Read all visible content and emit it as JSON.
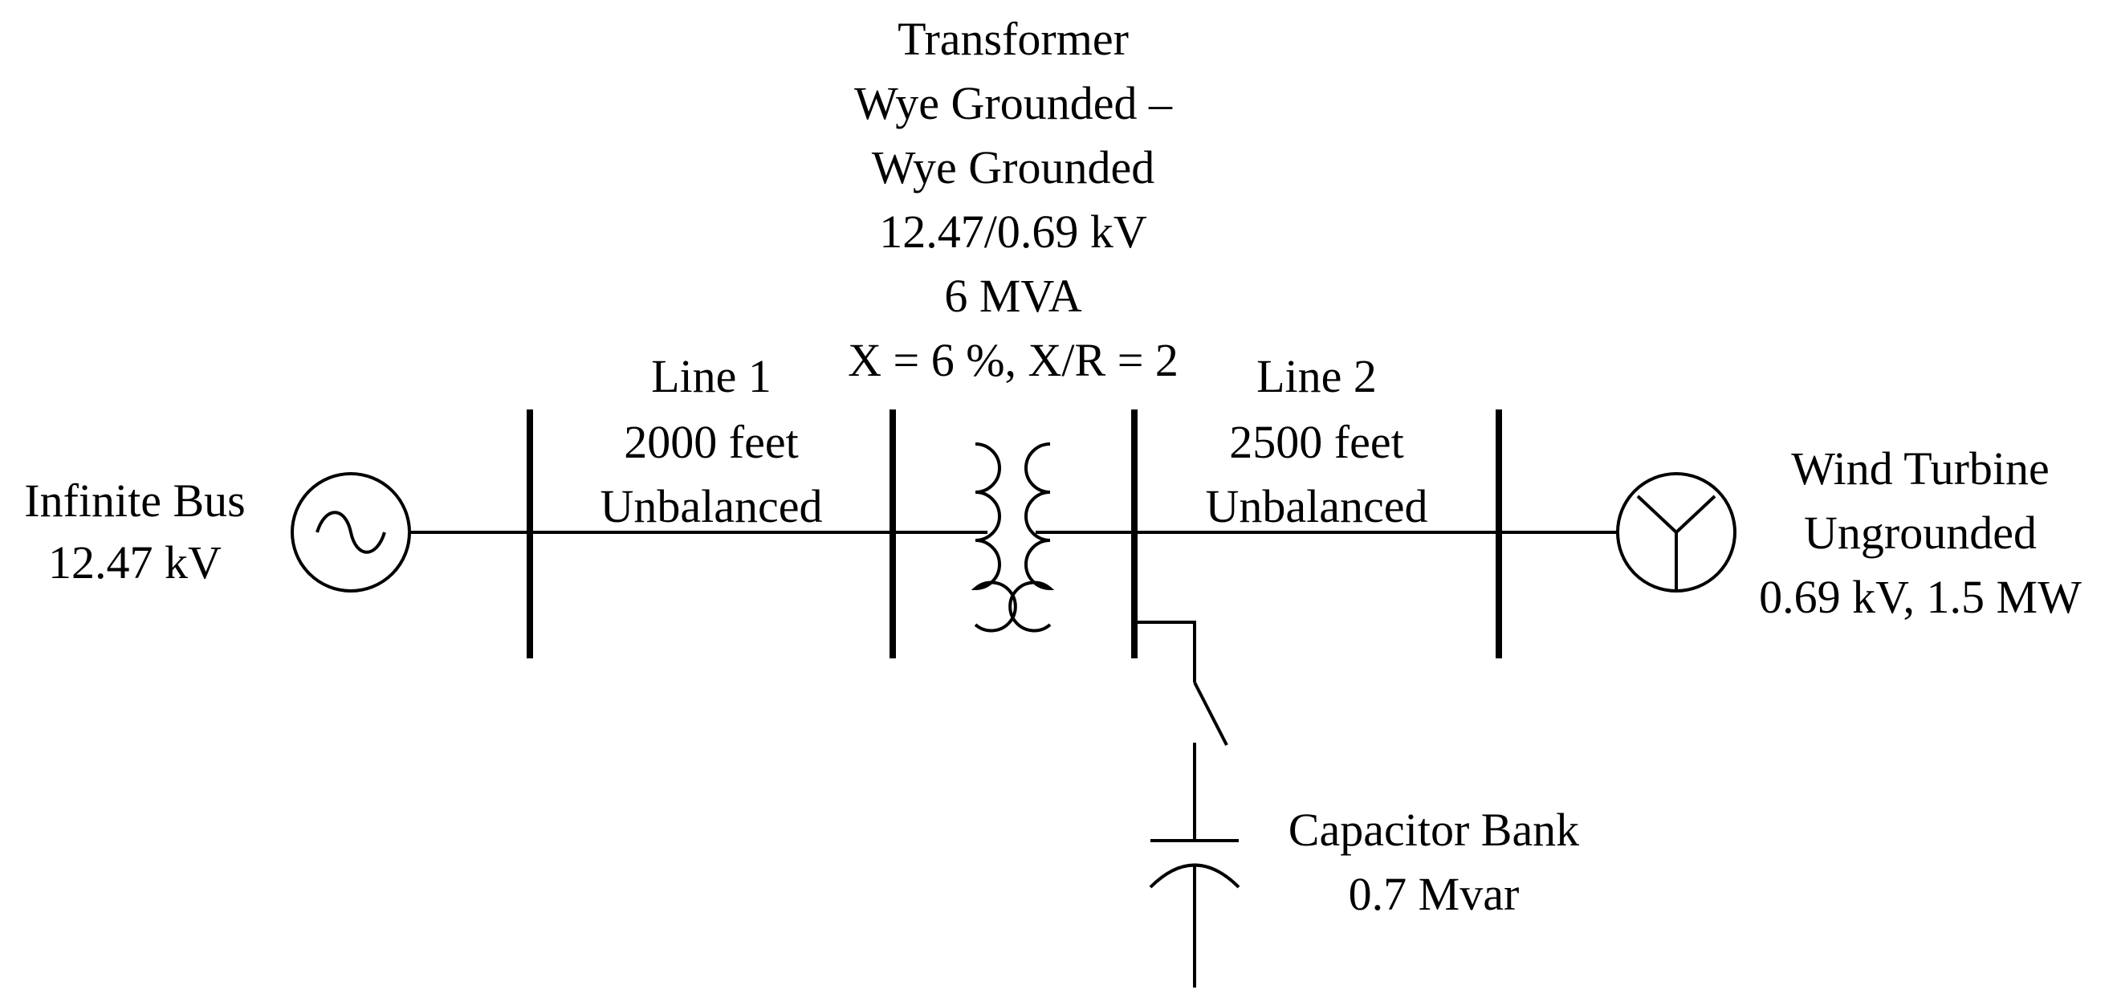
{
  "source": {
    "name": "Infinite Bus",
    "voltage": "12.47 kV"
  },
  "line1": {
    "name": "Line 1",
    "length": "2000 feet",
    "type": "Unbalanced"
  },
  "transformer": {
    "title": "Transformer",
    "connection_line1": "Wye Grounded –",
    "connection_line2": "Wye Grounded",
    "voltage": "12.47/0.69 kV",
    "rating": "6 MVA",
    "impedance": "X = 6 %, X/R = 2"
  },
  "line2": {
    "name": "Line 2",
    "length": "2500 feet",
    "type": "Unbalanced"
  },
  "wind_turbine": {
    "name": "Wind Turbine",
    "grounding": "Ungrounded",
    "rating": "0.69 kV, 1.5 MW"
  },
  "capacitor_bank": {
    "name": "Capacitor Bank",
    "rating": "0.7 Mvar"
  },
  "colors": {
    "line": "#000000",
    "background": "#ffffff"
  }
}
